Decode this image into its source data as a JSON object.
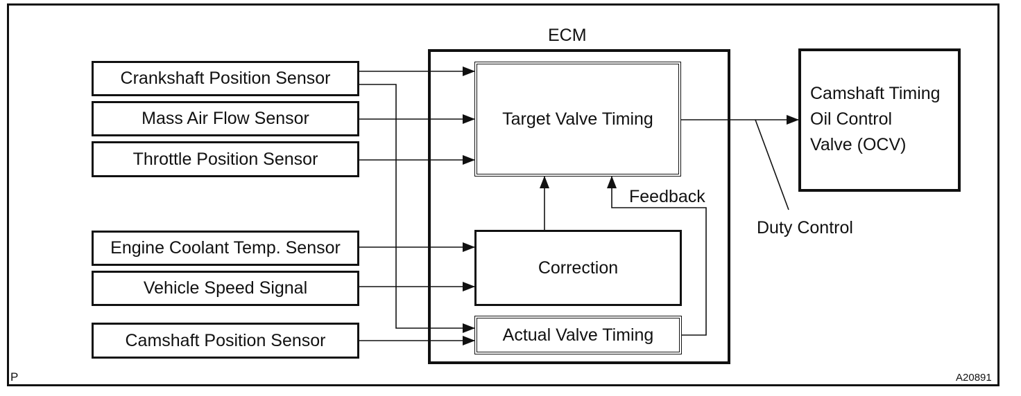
{
  "diagram": {
    "ecm_label": "ECM",
    "sensors": [
      "Crankshaft Position Sensor",
      "Mass Air Flow Sensor",
      "Throttle Position Sensor",
      "Engine Coolant Temp. Sensor",
      "Vehicle Speed Signal",
      "Camshaft Position Sensor"
    ],
    "blocks": {
      "target": "Target Valve Timing",
      "correction": "Correction",
      "actual": "Actual Valve Timing"
    },
    "feedback_label": "Feedback",
    "duty_label": "Duty Control",
    "ocv_lines": [
      "Camshaft Timing",
      "Oil Control",
      "Valve (OCV)"
    ],
    "corner_left": "P",
    "figure_code": "A20891"
  }
}
